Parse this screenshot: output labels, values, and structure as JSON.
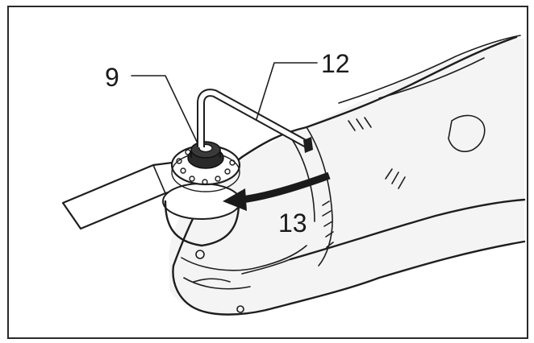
{
  "labels": {
    "callout_9": "9",
    "callout_12": "12",
    "callout_13": "13"
  },
  "colors": {
    "ink": "#1e1e1e",
    "body_shade": "#f2f2f2",
    "background": "#ffffff"
  }
}
